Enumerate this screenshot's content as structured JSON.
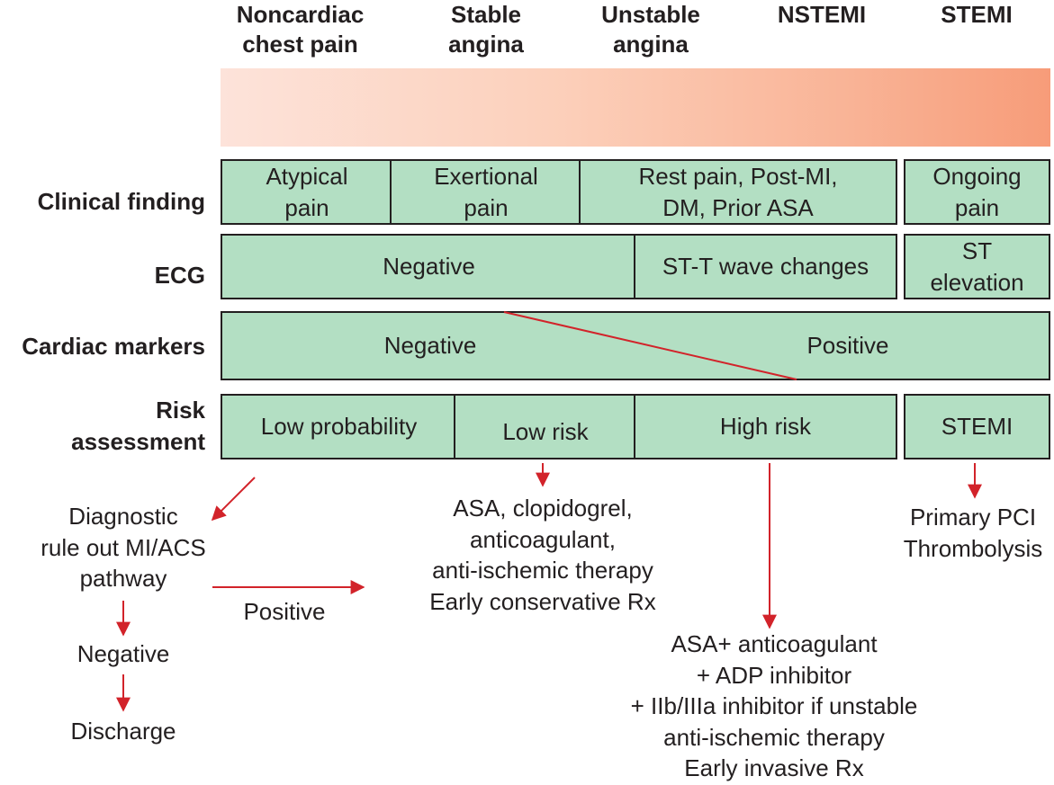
{
  "headers": [
    "Noncardiac\nchest pain",
    "Stable\nangina",
    "Unstable\nangina",
    "NSTEMI",
    "STEMI"
  ],
  "rows": {
    "clinical": {
      "label": "Clinical finding",
      "cells": [
        "Atypical\npain",
        "Exertional\npain",
        "Rest pain, Post-MI,\nDM, Prior ASA",
        "Ongoing\npain"
      ]
    },
    "ecg": {
      "label": "ECG",
      "cells": [
        "Negative",
        "ST-T wave changes",
        "ST\nelevation"
      ]
    },
    "markers": {
      "label": "Cardiac markers",
      "cells": [
        "Negative",
        "Positive"
      ]
    },
    "risk": {
      "label": "Risk\nassessment",
      "cells": [
        "Low probability",
        "Low risk",
        "High risk",
        "STEMI"
      ]
    }
  },
  "outcomes": {
    "diagnostic": "Diagnostic\nrule out MI/ACS\npathway",
    "negative": "Negative",
    "discharge": "Discharge",
    "positive": "Positive",
    "lowrisk_tx": "ASA, clopidogrel,\nanticoagulant,\nanti-ischemic therapy\nEarly conservative Rx",
    "highrisk_tx": "ASA+ anticoagulant\n+ ADP inhibitor\n+ IIb/IIIa inhibitor if unstable\nanti-ischemic therapy\nEarly invasive Rx",
    "stemi_tx": "Primary PCI\nThrombolysis"
  },
  "colors": {
    "box_fill": "#b3dfc3",
    "arrow": "#d2232a",
    "gradient_start": "#fde3da",
    "gradient_end": "#f79c79"
  }
}
